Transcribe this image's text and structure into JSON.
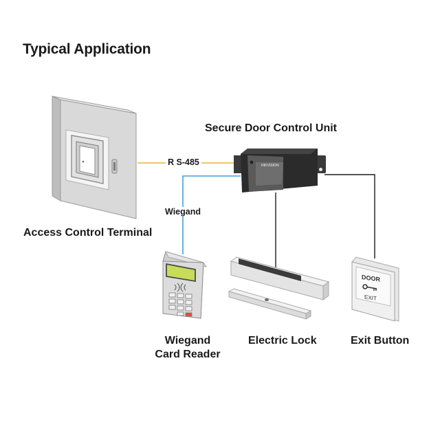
{
  "title": "Typical Application",
  "nodes": {
    "unit": "Secure Door Control Unit",
    "unit_brand": "HIKVISION",
    "terminal": "Access Control Terminal",
    "reader_line1": "Wiegand",
    "reader_line2": "Card Reader",
    "lock": "Electric Lock",
    "exit": "Exit Button",
    "exit_door": "DOOR",
    "exit_exit": "EXIT"
  },
  "connections": {
    "rs485": "R S-485",
    "wiegand": "Wiegand"
  },
  "colors": {
    "rs485_line": "#f2b233",
    "wiegand_line": "#3fa3d9",
    "power_line": "#1a1a1a",
    "cabinet": "#e4e4e4",
    "unit_body": "#2b2b2b"
  }
}
